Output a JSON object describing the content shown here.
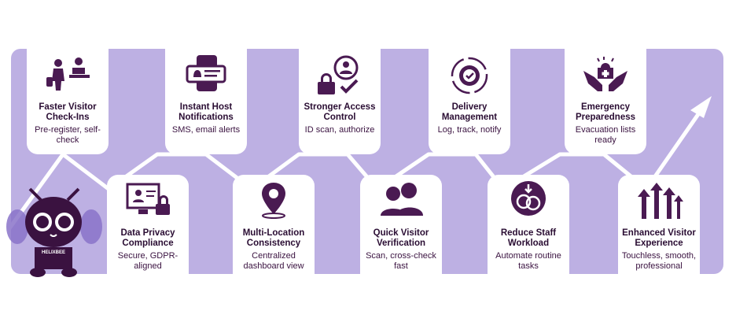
{
  "brand_text": "HELIXBEE",
  "colors": {
    "band": "#bdb0e3",
    "accent": "#4a1a52",
    "text": "#2a0d33"
  },
  "steps": [
    {
      "title": "Faster Visitor Check-Ins",
      "subtitle": "Pre-register, self-check",
      "icon": "traveler-reception-icon"
    },
    {
      "title": "Data Privacy Compliance",
      "subtitle": "Secure, GDPR-aligned",
      "icon": "monitor-lock-icon"
    },
    {
      "title": "Instant Host Notifications",
      "subtitle": "SMS, email alerts",
      "icon": "phone-bell-icon"
    },
    {
      "title": "Multi-Location Consistency",
      "subtitle": "Centralized dashboard view",
      "icon": "location-pin-icon"
    },
    {
      "title": "Stronger Access Control",
      "subtitle": "ID scan, authorize",
      "icon": "lock-user-check-icon"
    },
    {
      "title": "Quick Visitor Verification",
      "subtitle": "Scan, cross-check fast",
      "icon": "two-users-icon"
    },
    {
      "title": "Delivery Management",
      "subtitle": "Log, track, notify",
      "icon": "gear-check-cycle-icon"
    },
    {
      "title": "Reduce Staff Workload",
      "subtitle": "Automate routine tasks",
      "icon": "coins-gear-icon"
    },
    {
      "title": "Emergency Preparedness",
      "subtitle": "Evacuation lists ready",
      "icon": "hands-medical-icon"
    },
    {
      "title": "Enhanced Visitor Experience",
      "subtitle": "Touchless, smooth, professional",
      "icon": "rising-arrows-icon"
    }
  ]
}
